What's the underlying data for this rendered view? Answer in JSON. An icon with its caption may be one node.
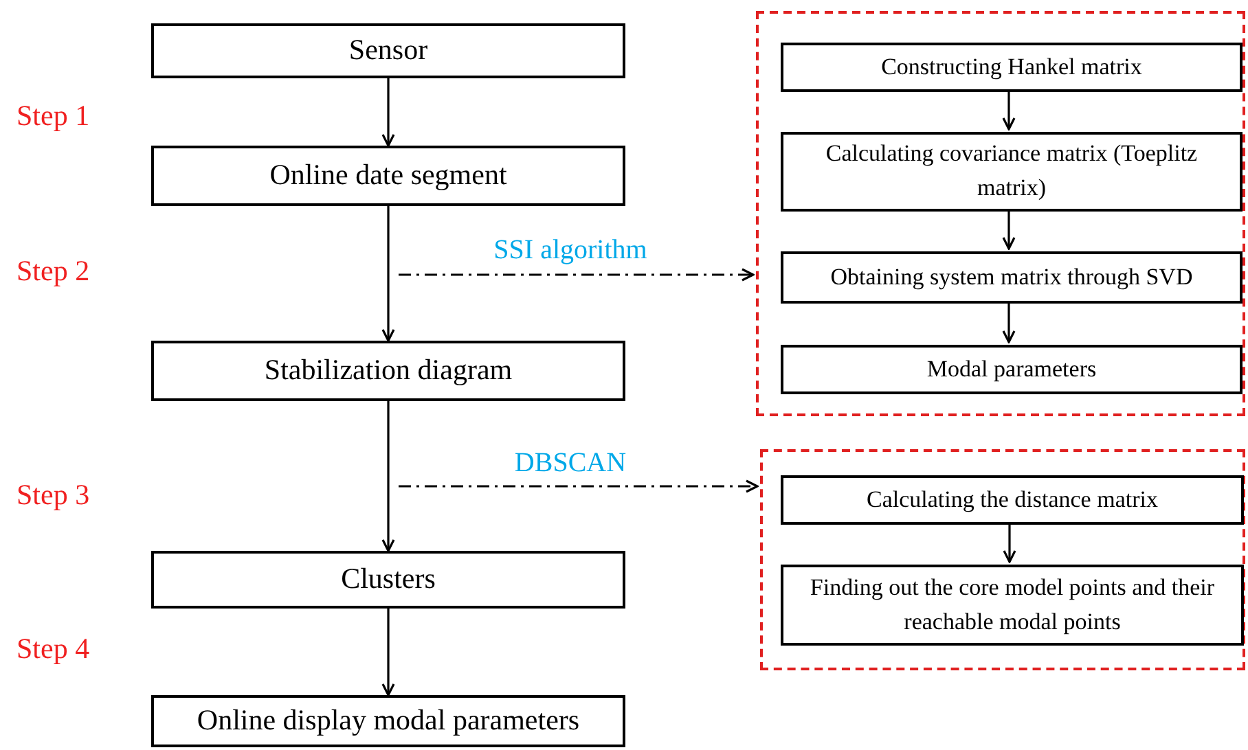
{
  "diagram": {
    "nodes": [
      {
        "text": [
          "Sensor"
        ]
      },
      {
        "text": [
          "Online date segment"
        ]
      },
      {
        "text": [
          "Stabilization diagram"
        ]
      },
      {
        "text": [
          "Clusters"
        ]
      },
      {
        "text": [
          "Online display modal parameters"
        ]
      },
      {
        "text": [],
        "shape": "box"
      },
      {
        "text": [
          "Constructing Hankel matrix"
        ],
        "in": 5
      },
      {
        "text": [
          "Calculating covariance matrix (Toeplitz matrix)"
        ],
        "in": 5
      },
      {
        "text": [
          "Obtaining system matrix through SVD"
        ],
        "in": 5
      },
      {
        "text": [
          "Modal parameters"
        ],
        "in": 5
      },
      {
        "text": [],
        "shape": "box"
      },
      {
        "text": [
          "Calculating the distance matrix"
        ],
        "in": 10
      },
      {
        "text": [
          "Finding out the core model points and their reachable modal points"
        ],
        "in": 10
      }
    ],
    "edges": [
      {
        "from": 0,
        "to": 1,
        "arrow": "to"
      },
      {
        "from": 1,
        "to": 2,
        "arrow": "to"
      },
      {
        "from": 2,
        "to": 3,
        "arrow": "to"
      },
      {
        "from": 3,
        "to": 4,
        "arrow": "to"
      },
      {
        "from": null,
        "to": 5,
        "arrow": "to",
        "label": "SSI algorithm",
        "style": "dashed"
      },
      {
        "from": null,
        "to": 10,
        "arrow": "to",
        "label": "DBSCAN",
        "style": "dashed"
      },
      {
        "from": 6,
        "to": 7,
        "arrow": "to"
      },
      {
        "from": 7,
        "to": 8,
        "arrow": "to"
      },
      {
        "from": 8,
        "to": 9,
        "arrow": "to"
      },
      {
        "from": 11,
        "to": 12,
        "arrow": "to"
      }
    ],
    "labels": [
      "Step 1",
      "Step 2",
      "Step 3",
      "Step 4"
    ]
  }
}
